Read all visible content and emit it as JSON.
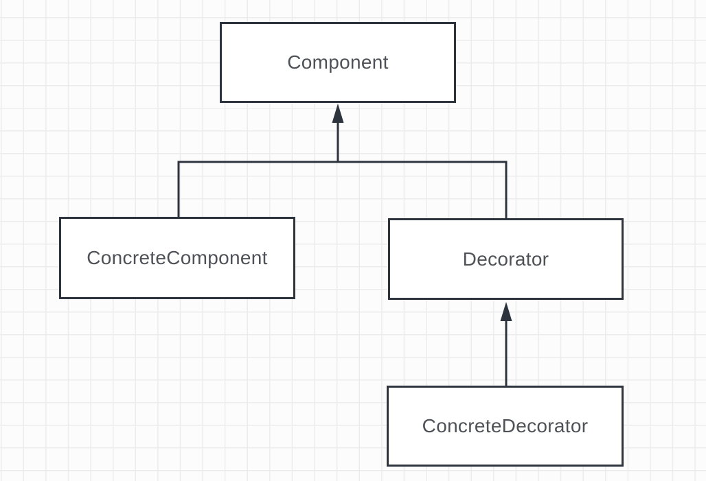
{
  "diagram": {
    "type": "class-inheritance-diagram",
    "nodes": [
      {
        "id": "component",
        "label": "Component"
      },
      {
        "id": "concrete-component",
        "label": "ConcreteComponent"
      },
      {
        "id": "decorator",
        "label": "Decorator"
      },
      {
        "id": "concrete-decorator",
        "label": "ConcreteDecorator"
      }
    ],
    "edges": [
      {
        "from": "ConcreteComponent",
        "to": "Component",
        "type": "inheritance",
        "arrowhead": "filled-triangle"
      },
      {
        "from": "Decorator",
        "to": "Component",
        "type": "inheritance",
        "arrowhead": "filled-triangle"
      },
      {
        "from": "ConcreteDecorator",
        "to": "Decorator",
        "type": "inheritance",
        "arrowhead": "filled-triangle"
      }
    ],
    "colors": {
      "node_border": "#2e343d",
      "node_fill": "#ffffff",
      "edge": "#2e343d",
      "label_text": "#4e5257",
      "grid_line": "#ececee",
      "canvas_background": "#fcfcfc"
    }
  }
}
